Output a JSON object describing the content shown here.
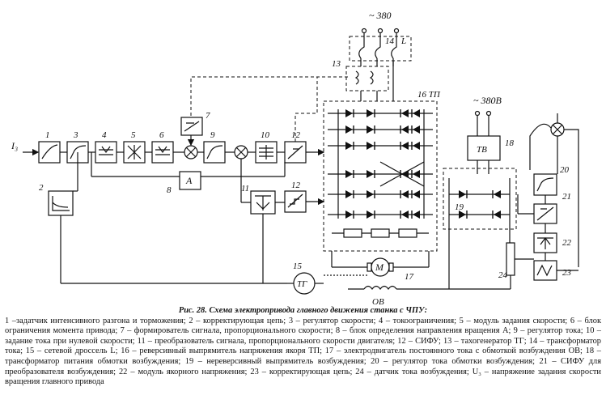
{
  "diagram": {
    "title_label": "Рис. 28. Схема электропривода главного движения станка с ЧПУ:",
    "input_label": "I₃",
    "supply_top": "~ 380",
    "supply_right": "~ 380В",
    "tp_label": "16 ТП",
    "tv_label": "ТВ",
    "tg_label": "ТГ",
    "motor_label": "М",
    "ov_label": "ОВ",
    "choke_l": "L",
    "amp_label": "А",
    "block_numbers": [
      "1",
      "2",
      "3",
      "4",
      "5",
      "6",
      "7",
      "8",
      "9",
      "10",
      "11",
      "12",
      "12",
      "13",
      "14",
      "15",
      "17",
      "18",
      "19",
      "20",
      "21",
      "22",
      "23",
      "24"
    ]
  },
  "caption": {
    "title": "Рис. 28. Схема электропривода главного движения станка с ЧПУ:",
    "body": "1 –задатчик интенсивного разгона и торможения; 2 – корректирующая цепь; 3 – регулятор скорости; 4 – токоограничения; 5 – модуль задания скорости; 6 – блок ограничения момента привода; 7 – формирователь сигнала, пропорционального скорости; 8 – блок определения направления вращения А; 9 – регулятор тока; 10 – задание тока при нулевой скорости; 11 – преобразователь сигнала, пропорционального скорости двигателя; 12 – СИФУ; 13 – тахогенератор ТГ; 14 – трансформатор тока; 15 – сетевой дроссель L; 16 – реверсивный выпрямитель напряжения якоря ТП; 17 – электродвигатель постоянного тока с обмоткой возбуждения ОВ; 18 – трансформатор питания обмотки возбуждения; 19 – нереверсивный выпрямитель возбуждения; 20 – регулятор тока обмотки возбуждения; 21 – СИФУ для преобразователя возбуждения; 22 – модуль якорного напряжения; 23 – корректирующая цепь; 24 – датчик тока возбуждения; U₃ – напряжение задания скорости вращения главного привода"
  }
}
